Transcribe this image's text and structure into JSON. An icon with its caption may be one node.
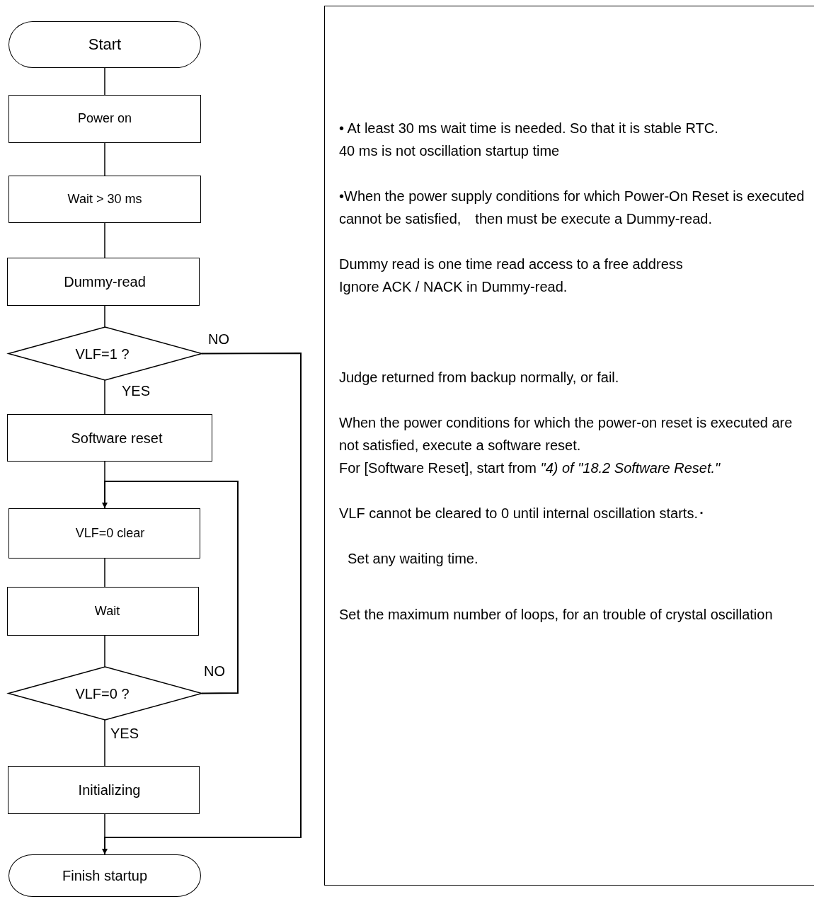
{
  "diagram": {
    "nodes": [
      {
        "text": [
          "Start"
        ]
      },
      {
        "text": [
          "Power on"
        ]
      },
      {
        "text": [
          "Wait > 30 ms"
        ]
      },
      {
        "text": [
          "Dummy-read"
        ]
      },
      {
        "text": [
          "VLF=1 ?"
        ]
      },
      {
        "text": [
          "Software reset"
        ]
      },
      {
        "text": [
          "VLF=0 clear"
        ]
      },
      {
        "text": [
          "Wait"
        ]
      },
      {
        "text": [
          "VLF=0 ?"
        ]
      },
      {
        "text": [
          "Initializing"
        ]
      },
      {
        "text": [
          "Finish startup"
        ]
      },
      {
        "text": [
          "• At least 30 ms wait time is needed. So that it is stable RTC.",
          "40 ms is not oscillation startup time",
          "•When the power supply conditions for which Power-On Reset is executed cannot be satisfied,　then must be execute a Dummy-read.",
          "Dummy read is one time read access to a free address",
          "Ignore ACK / NACK in Dummy-read.",
          "Judge returned from backup normally, or fail.",
          "When the power conditions for which the power-on reset is executed are not satisfied, execute a software reset.",
          "For [Software Reset], start from *\"4) of \"18.2 Software Reset.\"*",
          "VLF cannot be cleared to 0 until internal oscillation starts.･",
          "Set any waiting time.",
          "Set the maximum number of loops, for an trouble of crystal oscillation"
        ]
      }
    ],
    "edges": [
      {
        "from": 0,
        "to": 1,
        "arrow": "none"
      },
      {
        "from": 1,
        "to": 2,
        "arrow": "none"
      },
      {
        "from": 2,
        "to": 3,
        "arrow": "none"
      },
      {
        "from": 3,
        "to": 4,
        "arrow": "none"
      },
      {
        "from": 4,
        "to": 5,
        "arrow": "none",
        "label": "YES"
      },
      {
        "from": 4,
        "to": 10,
        "arrow": "to",
        "label": "NO"
      },
      {
        "from": 5,
        "to": 6,
        "arrow": "none"
      },
      {
        "from": 6,
        "to": 7,
        "arrow": "none"
      },
      {
        "from": 7,
        "to": 8,
        "arrow": "none"
      },
      {
        "from": 8,
        "to": 6,
        "arrow": "to",
        "label": "NO"
      },
      {
        "from": 8,
        "to": 9,
        "arrow": "none",
        "label": "YES"
      },
      {
        "from": 9,
        "to": 10,
        "arrow": "none"
      }
    ]
  }
}
